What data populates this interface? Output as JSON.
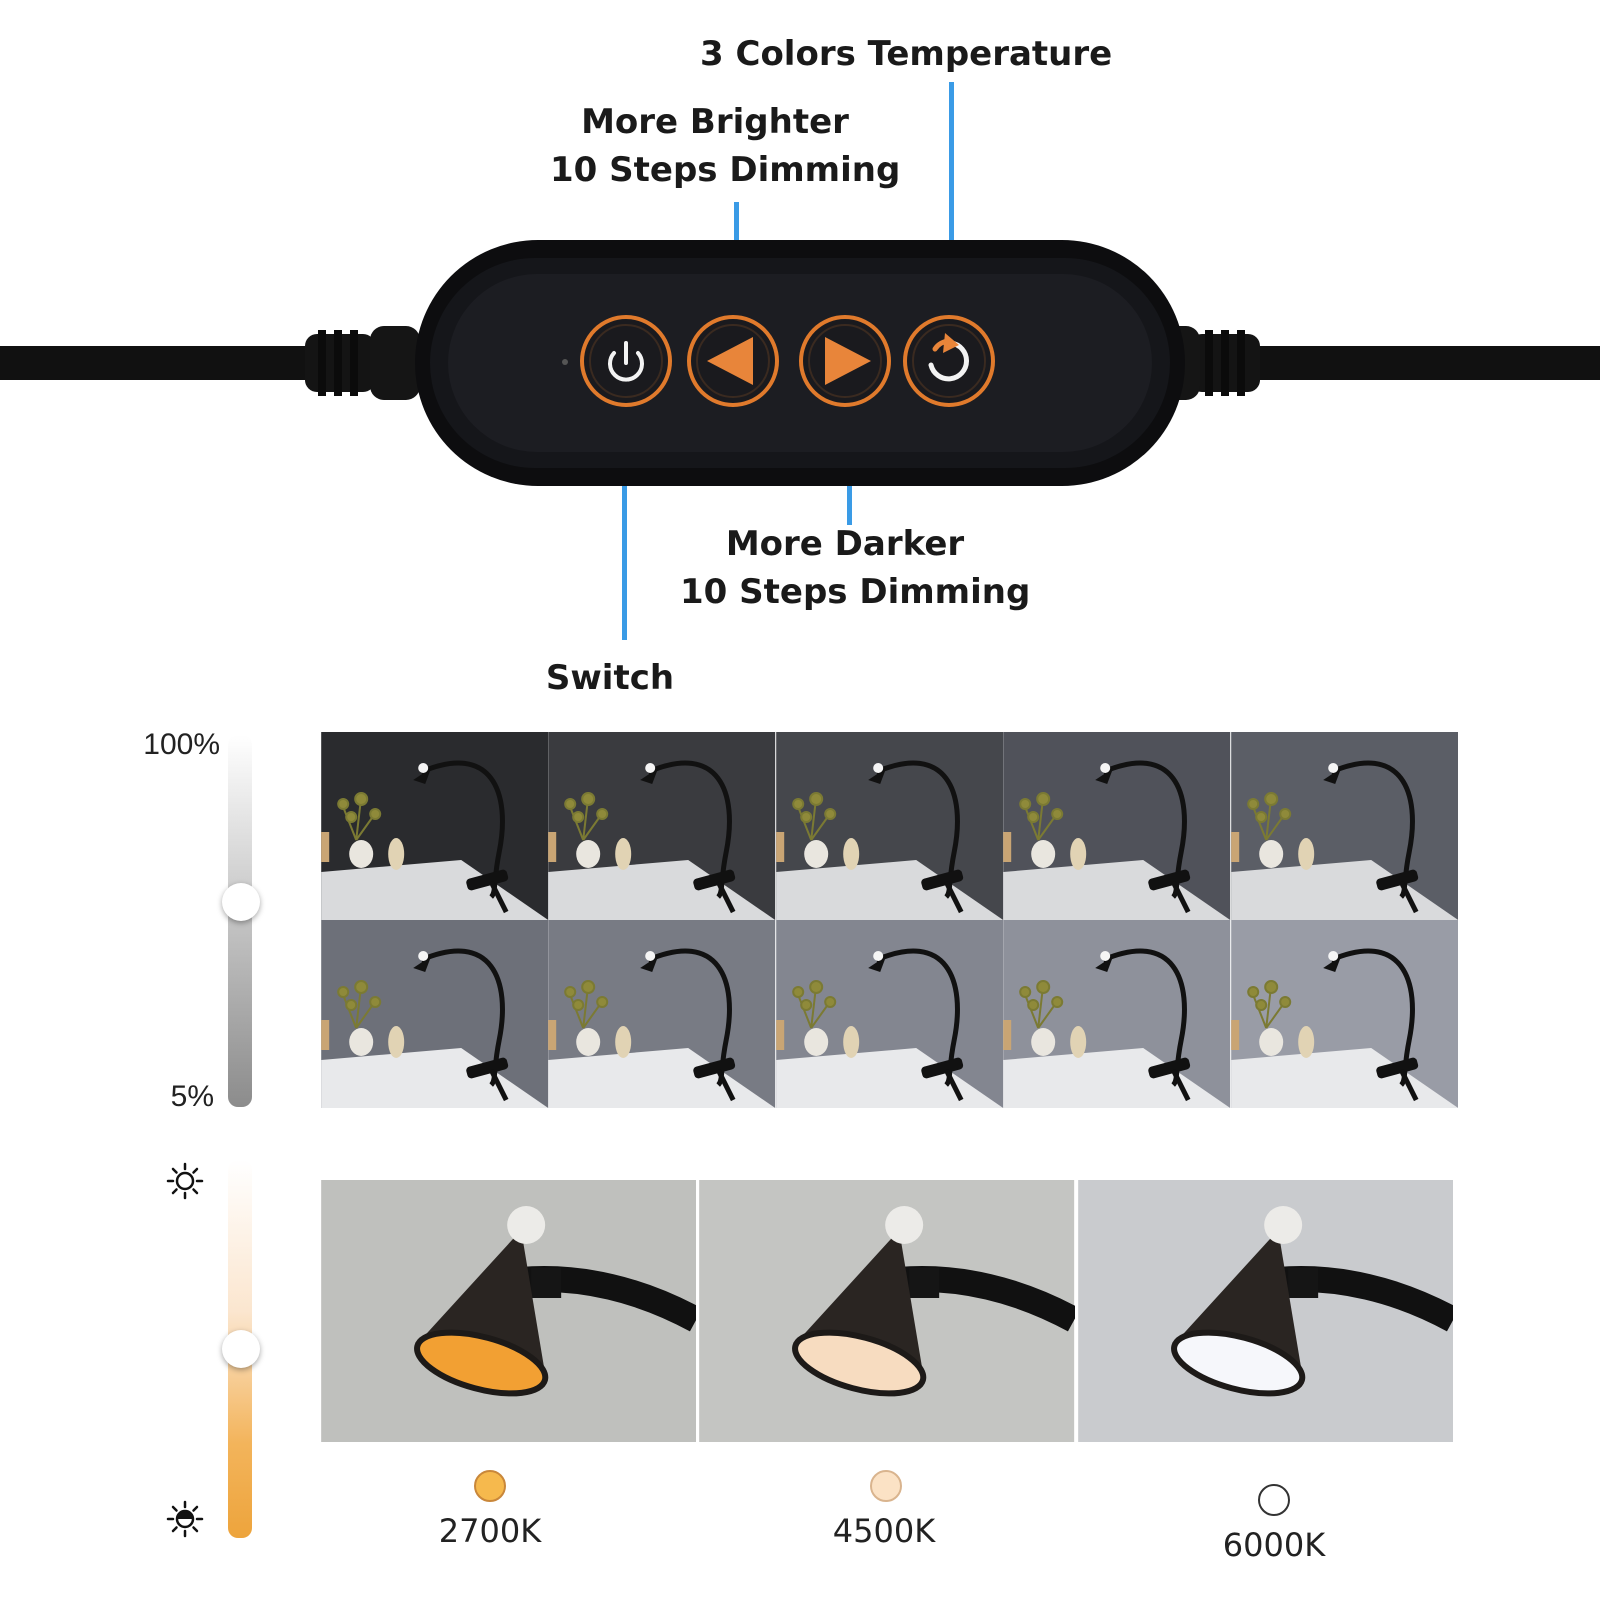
{
  "callouts": {
    "color_temp": "3 Colors Temperature",
    "brighter_line1": "More Brighter",
    "brighter_line2": "10 Steps Dimming",
    "darker_line1": "More Darker",
    "darker_line2": "10 Steps Dimming",
    "switch": "Switch"
  },
  "controller": {
    "buttons": [
      {
        "name": "power-button",
        "icon": "power-icon"
      },
      {
        "name": "dim-down-button",
        "icon": "triangle-left-icon"
      },
      {
        "name": "dim-up-button",
        "icon": "triangle-right-icon"
      },
      {
        "name": "color-cycle-button",
        "icon": "cycle-arrow-icon"
      }
    ],
    "accent_color": "#e07a2c",
    "leader_color": "#3a9be6"
  },
  "brightness_scale": {
    "max_label": "100%",
    "min_label": "5%",
    "level": 0.55
  },
  "brightness_grid": {
    "rows": 2,
    "cols": 5,
    "wall_tones": [
      "#2a2b2e",
      "#3a3b3f",
      "#45474c",
      "#50525a",
      "#5b5e66",
      "#6d7079",
      "#787b84",
      "#838690",
      "#8e919b",
      "#999ca6"
    ]
  },
  "color_temps": [
    {
      "label": "2700K",
      "swatch": "#f6b94d",
      "glow": "#f2a033"
    },
    {
      "label": "4500K",
      "swatch": "#fbe2c5",
      "glow": "#f7dcc0"
    },
    {
      "label": "6000K",
      "swatch": "#ffffff",
      "glow": "#f6f7fb"
    }
  ],
  "temp_scale": {
    "top_icon": "sun-outline-icon",
    "bottom_icon": "sun-filled-icon",
    "level": 0.5
  }
}
